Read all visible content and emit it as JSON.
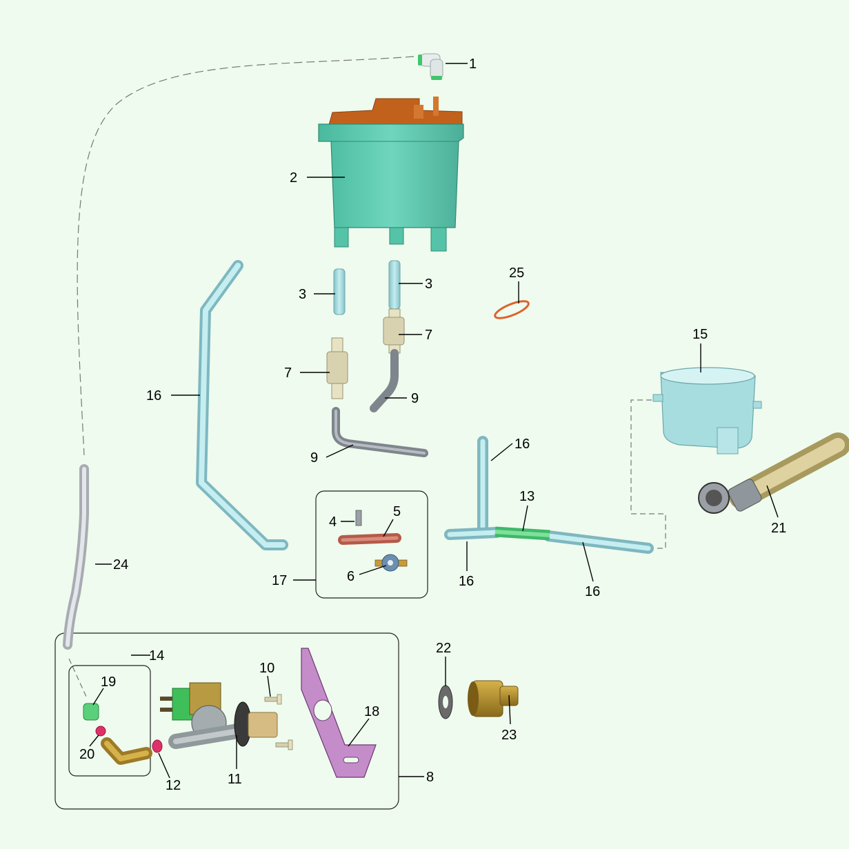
{
  "colors": {
    "background": "#eefbee",
    "tank": "#5fcdb2",
    "tank_lid": "#c8651f",
    "pipe": "#9fd9dc",
    "pipe_dark": "#7fb7c0",
    "tube_grey": "#8e939a",
    "connector": "#d8d2b0",
    "valve_body": "#9aa3a5",
    "bracket": "#c48cc8",
    "brass": "#a8872c",
    "green_part": "#5bd07a",
    "heater": "#c06a5a",
    "oring": "#e0602a"
  },
  "callouts": {
    "c1": "1",
    "c2": "2",
    "c3a": "3",
    "c3b": "3",
    "c4": "4",
    "c5": "5",
    "c6": "6",
    "c7a": "7",
    "c7b": "7",
    "c8": "8",
    "c9a": "9",
    "c9b": "9",
    "c10": "10",
    "c11": "11",
    "c12": "12",
    "c13": "13",
    "c14": "14",
    "c15": "15",
    "c16a": "16",
    "c16b": "16",
    "c16c": "16",
    "c16d": "16",
    "c17": "17",
    "c18": "18",
    "c19": "19",
    "c20": "20",
    "c21": "21",
    "c22": "22",
    "c23": "23",
    "c24": "24",
    "c25": "25"
  },
  "parts": [
    {
      "number": "1",
      "icon": "elbow-fitting-icon"
    },
    {
      "number": "2",
      "icon": "water-tank-icon"
    },
    {
      "number": "3",
      "icon": "pipe-segment-icon"
    },
    {
      "number": "4",
      "icon": "bracket-clip-icon"
    },
    {
      "number": "5",
      "icon": "heater-element-icon"
    },
    {
      "number": "6",
      "icon": "thermostat-icon"
    },
    {
      "number": "7",
      "icon": "pipe-connector-icon"
    },
    {
      "number": "8",
      "icon": "valve-assembly-icon"
    },
    {
      "number": "9",
      "icon": "bent-tube-icon"
    },
    {
      "number": "10",
      "icon": "screw-icon"
    },
    {
      "number": "11",
      "icon": "solenoid-valve-icon"
    },
    {
      "number": "12",
      "icon": "washer-icon"
    },
    {
      "number": "13",
      "icon": "hose-sleeve-icon"
    },
    {
      "number": "14",
      "icon": "inlet-fitting-group-icon"
    },
    {
      "number": "15",
      "icon": "drip-tray-icon"
    },
    {
      "number": "16",
      "icon": "hose-icon"
    },
    {
      "number": "17",
      "icon": "heater-group-icon"
    },
    {
      "number": "18",
      "icon": "mounting-plate-icon"
    },
    {
      "number": "19",
      "icon": "hose-nipple-icon"
    },
    {
      "number": "20",
      "icon": "gasket-icon"
    },
    {
      "number": "21",
      "icon": "inlet-hose-icon"
    },
    {
      "number": "22",
      "icon": "flat-washer-icon"
    },
    {
      "number": "23",
      "icon": "reducer-adapter-icon"
    },
    {
      "number": "24",
      "icon": "supply-tube-icon"
    },
    {
      "number": "25",
      "icon": "o-ring-icon"
    }
  ]
}
